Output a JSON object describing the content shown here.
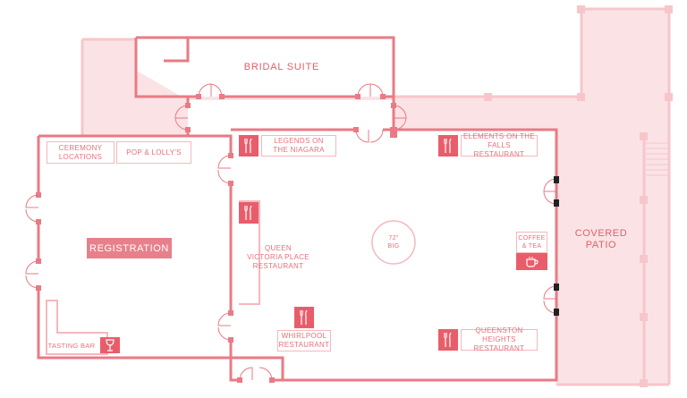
{
  "colors": {
    "wall": "#ea7a85",
    "light_wall": "#f7c6ca",
    "patio_fill": "#fbe3e5",
    "icon_fill": "#e95d6a",
    "registration_fill": "#e8808b",
    "text": "#e8707a"
  },
  "rooms": {
    "bridal_suite": "BRIDAL SUITE",
    "covered_patio": "COVERED\nPATIO",
    "registration": "REGISTRATION"
  },
  "labels": {
    "ceremony_locations": "CEREMONY\nLOCATIONS",
    "pop_lollys": "POP & LOLLY'S",
    "legends": "LEGENDS ON\nTHE NIAGARA",
    "elements": "ELEMENTS ON THE\nFALLS RESTAURANT",
    "queen_victoria": "QUEEN\nVICTORIA PLACE\nRESTAURANT",
    "big72": "72\"\nBIG",
    "coffee": "COFFEE\n& TEA",
    "whirlpool": "WHIRLPOOL\nRESTAURANT",
    "queenston": "QUEENSTON HEIGHTS\nRESTAURANT",
    "tasting_bar": "TASTING BAR"
  },
  "icons": {
    "restaurant": "fork-knife-icon",
    "coffee": "coffee-cup-icon",
    "wine": "wine-glass-icon"
  }
}
